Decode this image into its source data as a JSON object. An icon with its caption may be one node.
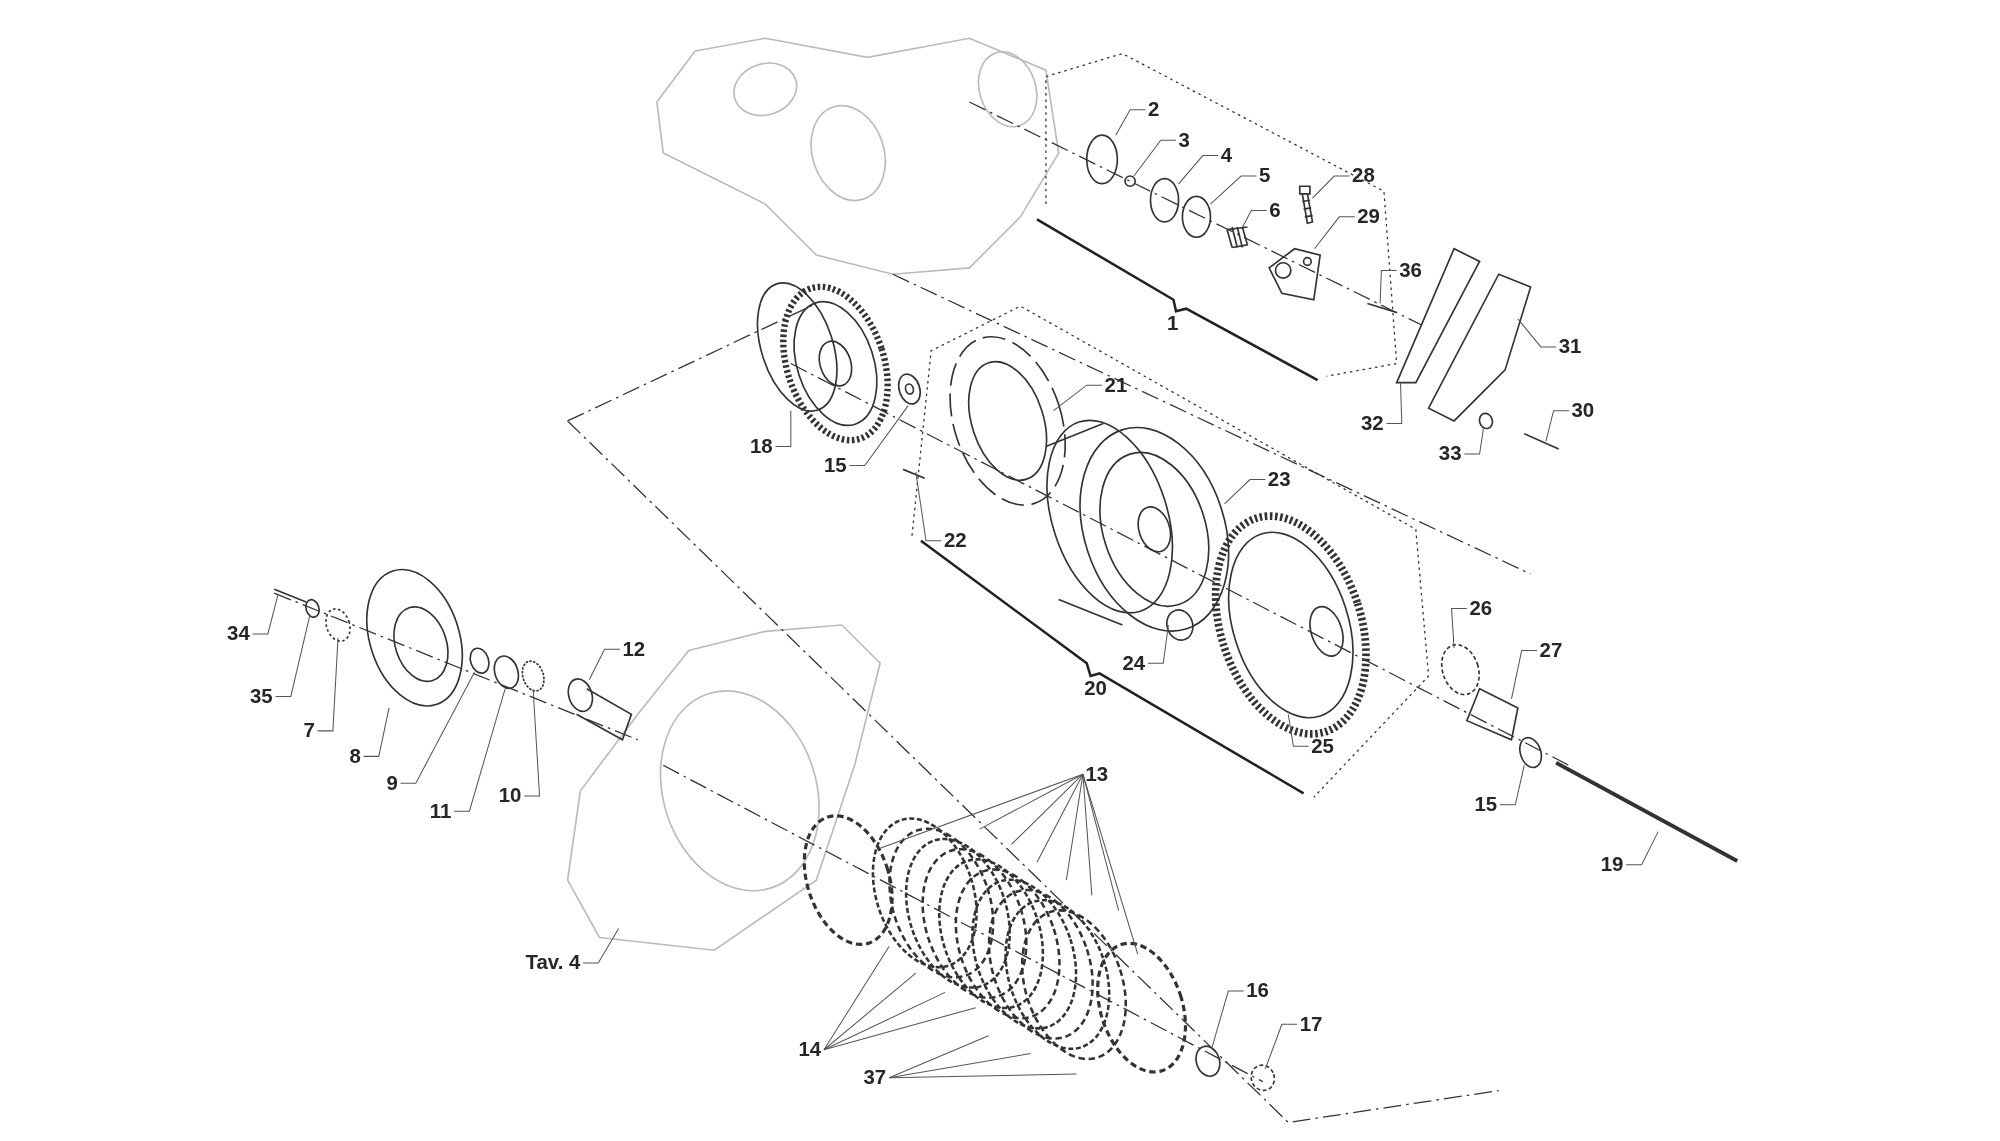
{
  "diagram": {
    "nodes": [
      {
        "text": [
          "2"
        ]
      },
      {
        "text": [
          "3"
        ]
      },
      {
        "text": [
          "4"
        ]
      },
      {
        "text": [
          "5"
        ]
      },
      {
        "text": [
          "28"
        ]
      },
      {
        "text": [
          "6"
        ]
      },
      {
        "text": [
          "29"
        ]
      },
      {
        "text": [
          "36"
        ]
      },
      {
        "text": [
          "31"
        ]
      },
      {
        "text": [
          "32"
        ]
      },
      {
        "text": [
          "30"
        ]
      },
      {
        "text": [
          "33"
        ]
      },
      {
        "text": [
          "18"
        ]
      },
      {
        "text": [
          "15"
        ]
      },
      {
        "text": [
          "21"
        ]
      },
      {
        "text": [
          "22"
        ]
      },
      {
        "text": [
          "23"
        ]
      },
      {
        "text": [
          "24"
        ]
      },
      {
        "text": [
          "26"
        ]
      },
      {
        "text": [
          "27"
        ]
      },
      {
        "text": [
          "25"
        ]
      },
      {
        "text": [
          "15"
        ]
      },
      {
        "text": [
          "19"
        ]
      },
      {
        "text": [
          "34"
        ]
      },
      {
        "text": [
          "35"
        ]
      },
      {
        "text": [
          "7"
        ]
      },
      {
        "text": [
          "8"
        ]
      },
      {
        "text": [
          "9"
        ]
      },
      {
        "text": [
          "11"
        ]
      },
      {
        "text": [
          "10"
        ]
      },
      {
        "text": [
          "12"
        ]
      },
      {
        "text": [
          "13"
        ]
      },
      {
        "text": [
          "14"
        ]
      },
      {
        "text": [
          "37"
        ]
      },
      {
        "text": [
          "16"
        ]
      },
      {
        "text": [
          "17"
        ]
      },
      {
        "text": [
          "Tav. 4"
        ]
      },
      {
        "text": [],
        "shape": "circle"
      },
      {
        "text": [],
        "shape": "circle"
      },
      {
        "text": [],
        "shape": "circle"
      },
      {
        "text": [],
        "shape": "circle"
      },
      {
        "text": [],
        "shape": "picture"
      },
      {
        "text": [],
        "shape": "picture"
      },
      {
        "text": [],
        "shape": "picture"
      }
    ],
    "edges": [
      {
        "from": 0,
        "to": 37,
        "arrow": "none"
      },
      {
        "from": 1,
        "to": 38,
        "arrow": "none"
      },
      {
        "from": 2,
        "to": 39,
        "arrow": "none"
      },
      {
        "from": 3,
        "to": 40,
        "arrow": "none"
      },
      {
        "from": 4,
        "to": 43,
        "arrow": "none"
      },
      {
        "from": 5,
        "to": 41,
        "arrow": "none"
      },
      {
        "from": 6,
        "to": 42,
        "arrow": "none"
      },
      {
        "from": 7,
        "to": null,
        "arrow": "none"
      },
      {
        "from": 8,
        "to": null,
        "arrow": "none"
      },
      {
        "from": 9,
        "to": null,
        "arrow": "none"
      },
      {
        "from": 10,
        "to": null,
        "arrow": "none"
      },
      {
        "from": 11,
        "to": null,
        "arrow": "none"
      },
      {
        "from": 12,
        "to": null,
        "arrow": "none"
      },
      {
        "from": 13,
        "to": null,
        "arrow": "none"
      },
      {
        "from": 14,
        "to": null,
        "arrow": "none"
      },
      {
        "from": 15,
        "to": null,
        "arrow": "none"
      },
      {
        "from": 16,
        "to": null,
        "arrow": "none"
      },
      {
        "from": 17,
        "to": null,
        "arrow": "none"
      },
      {
        "from": 18,
        "to": null,
        "arrow": "none"
      },
      {
        "from": 19,
        "to": null,
        "arrow": "none"
      },
      {
        "from": 20,
        "to": null,
        "arrow": "none"
      },
      {
        "from": 21,
        "to": null,
        "arrow": "none"
      },
      {
        "from": 22,
        "to": null,
        "arrow": "none"
      },
      {
        "from": 23,
        "to": null,
        "arrow": "none"
      },
      {
        "from": 24,
        "to": null,
        "arrow": "none"
      },
      {
        "from": 25,
        "to": null,
        "arrow": "none"
      },
      {
        "from": 26,
        "to": null,
        "arrow": "none"
      },
      {
        "from": 27,
        "to": null,
        "arrow": "none"
      },
      {
        "from": 28,
        "to": null,
        "arrow": "none"
      },
      {
        "from": 29,
        "to": null,
        "arrow": "none"
      },
      {
        "from": 30,
        "to": null,
        "arrow": "none"
      },
      {
        "from": 31,
        "to": null,
        "arrow": "none"
      },
      {
        "from": 31,
        "to": null,
        "arrow": "none"
      },
      {
        "from": 31,
        "to": null,
        "arrow": "none"
      },
      {
        "from": 31,
        "to": null,
        "arrow": "none"
      },
      {
        "from": 31,
        "to": null,
        "arrow": "none"
      },
      {
        "from": 31,
        "to": null,
        "arrow": "none"
      },
      {
        "from": 31,
        "to": null,
        "arrow": "none"
      },
      {
        "from": 31,
        "to": null,
        "arrow": "none"
      },
      {
        "from": 32,
        "to": null,
        "arrow": "none"
      },
      {
        "from": 32,
        "to": null,
        "arrow": "none"
      },
      {
        "from": 32,
        "to": null,
        "arrow": "none"
      },
      {
        "from": 32,
        "to": null,
        "arrow": "none"
      },
      {
        "from": 33,
        "to": null,
        "arrow": "none"
      },
      {
        "from": 33,
        "to": null,
        "arrow": "none"
      },
      {
        "from": 33,
        "to": null,
        "arrow": "none"
      },
      {
        "from": 34,
        "to": null,
        "arrow": "none"
      },
      {
        "from": 35,
        "to": null,
        "arrow": "none"
      },
      {
        "from": 36,
        "to": null,
        "arrow": "none"
      }
    ],
    "labels": [
      "1",
      "20"
    ]
  }
}
